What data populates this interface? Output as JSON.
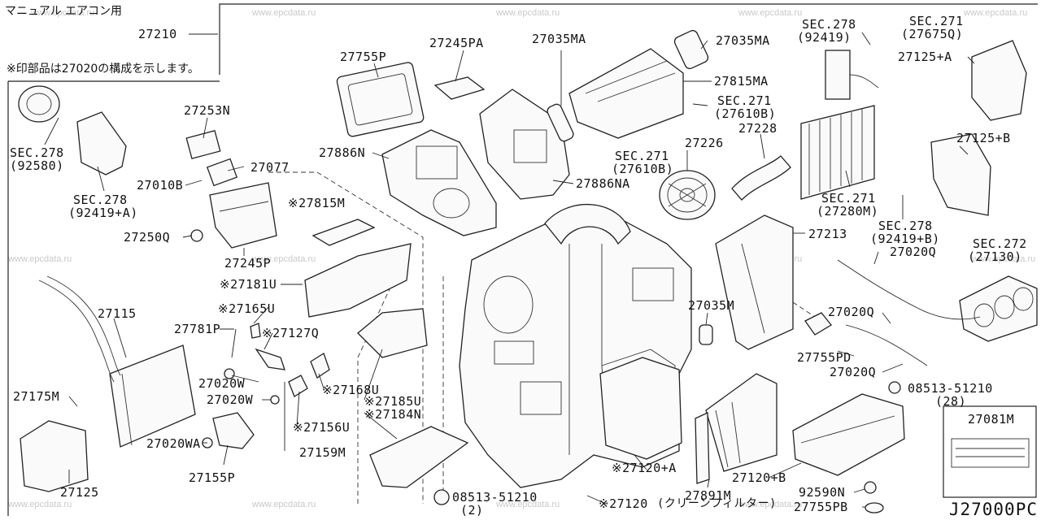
{
  "header": {
    "title": "マニュアル エアコン用",
    "note": "※印部品は27020の構成を示します。"
  },
  "watermark": "www.epcdata.ru",
  "diagram_code": "J27000PC",
  "label_box_part": "27081M",
  "callouts": {
    "c27210": "27210",
    "sec278_92580_a": "SEC.278",
    "sec278_92580_b": "(92580)",
    "sec278_92419a_a": "SEC.278",
    "sec278_92419a_b": "(92419+A)",
    "c27253n": "27253N",
    "c27077": "27077",
    "c27010b": "27010B",
    "c27250q": "27250Q",
    "c27245p": "27245P",
    "c27815m": "※27815M",
    "c27755p": "27755P",
    "c27245pa": "27245PA",
    "c27035ma_1": "27035MA",
    "c27035ma_2": "27035MA",
    "c27815ma": "27815MA",
    "sec271_27610b_1a": "SEC.271",
    "sec271_27610b_1b": "(27610B)",
    "sec271_27610b_2a": "SEC.271",
    "sec271_27610b_2b": "(27610B)",
    "c27886n": "27886N",
    "c27886na": "27886NA",
    "c27226": "27226",
    "c27228": "27228",
    "sec278_92419_a": "SEC.278",
    "sec278_92419_b": "(92419)",
    "sec271_27675q_a": "SEC.271",
    "sec271_27675q_b": "(27675Q)",
    "c27125a": "27125+A",
    "c27125b": "27125+B",
    "sec271_27280m_a": "SEC.271",
    "sec271_27280m_b": "(27280M)",
    "sec278_92419b_a": "SEC.278",
    "sec278_92419b_b": "(92419+B)",
    "sec272_27130_a": "SEC.272",
    "sec272_27130_b": "(27130)",
    "c27213": "27213",
    "c27020q_1": "27020Q",
    "c27020q_2": "27020Q",
    "c27020q_3": "27020Q",
    "c27755pd": "27755PD",
    "c27035m": "27035M",
    "bolt_08513_a": "08513-51210",
    "bolt_08513_a_qty": "(28)",
    "c27181u": "※27181U",
    "c27165u": "※27165U",
    "c27781p": "27781P",
    "c27127q": "※27127Q",
    "c27115": "27115",
    "c27020w_1": "27020W",
    "c27020w_2": "27020W",
    "c27168u": "※27168U",
    "c27185u": "※27185U",
    "c27184n": "※27184N",
    "c27156u": "※27156U",
    "c27159m": "27159M",
    "c27175m": "27175M",
    "c27020wa": "27020WA",
    "c27155p": "27155P",
    "c27125": "27125",
    "bolt_08513_b": "08513-51210",
    "bolt_08513_b_qty": "(2)",
    "c27120a": "※27120+A",
    "c27120b": "27120+B",
    "c27120": "※27120",
    "c27120_note": "(クリーンフィルター)",
    "c27891m": "27891M",
    "c92590n": "92590N",
    "c27755pb": "27755PB"
  }
}
